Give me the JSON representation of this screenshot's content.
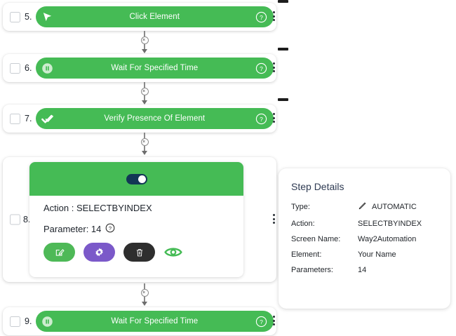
{
  "theme": {
    "green": "#45bb55",
    "toggle_on": "#123755",
    "purple": "#7b59c9",
    "dark": "#2e2e2e",
    "title_color": "#2e3a52"
  },
  "steps": [
    {
      "number": "5.",
      "title": "Click Element",
      "icon": "cursor-pointer-icon",
      "help": "help-icon",
      "expanded": false
    },
    {
      "number": "6.",
      "title": "Wait For Specified Time",
      "icon": "pause-icon",
      "help": "help-icon",
      "expanded": false
    },
    {
      "number": "7.",
      "title": "Verify Presence Of Element",
      "icon": "check-icon",
      "help": "help-icon",
      "expanded": false
    },
    {
      "number": "9.",
      "title": "Wait For Specified Time",
      "icon": "pause-icon",
      "help": "help-icon",
      "expanded": false
    }
  ],
  "expanded_step": {
    "number": "8.",
    "toggle_state": "on",
    "action_line": "Action : SELECTBYINDEX",
    "parameter_line": "Parameter: 14",
    "buttons": [
      {
        "name": "edit-button",
        "icon": "pencil-square-icon",
        "color": "#4eb957"
      },
      {
        "name": "settings-button",
        "icon": "gear-icon",
        "color": "#7b59c9"
      },
      {
        "name": "delete-button",
        "icon": "trash-icon",
        "color": "#2e2e2e"
      },
      {
        "name": "preview-button",
        "icon": "eye-icon",
        "color": "#45bb55"
      }
    ]
  },
  "step_details": {
    "title": "Step Details",
    "rows": [
      {
        "label": "Type:",
        "value": "AUTOMATIC",
        "icon": "pencil-icon"
      },
      {
        "label": "Action:",
        "value": "SELECTBYINDEX",
        "icon": ""
      },
      {
        "label": "Screen Name:",
        "value": "Way2Automation",
        "icon": ""
      },
      {
        "label": "Element:",
        "value": "Your Name",
        "icon": ""
      },
      {
        "label": "Parameters:",
        "value": "14",
        "icon": ""
      }
    ]
  }
}
